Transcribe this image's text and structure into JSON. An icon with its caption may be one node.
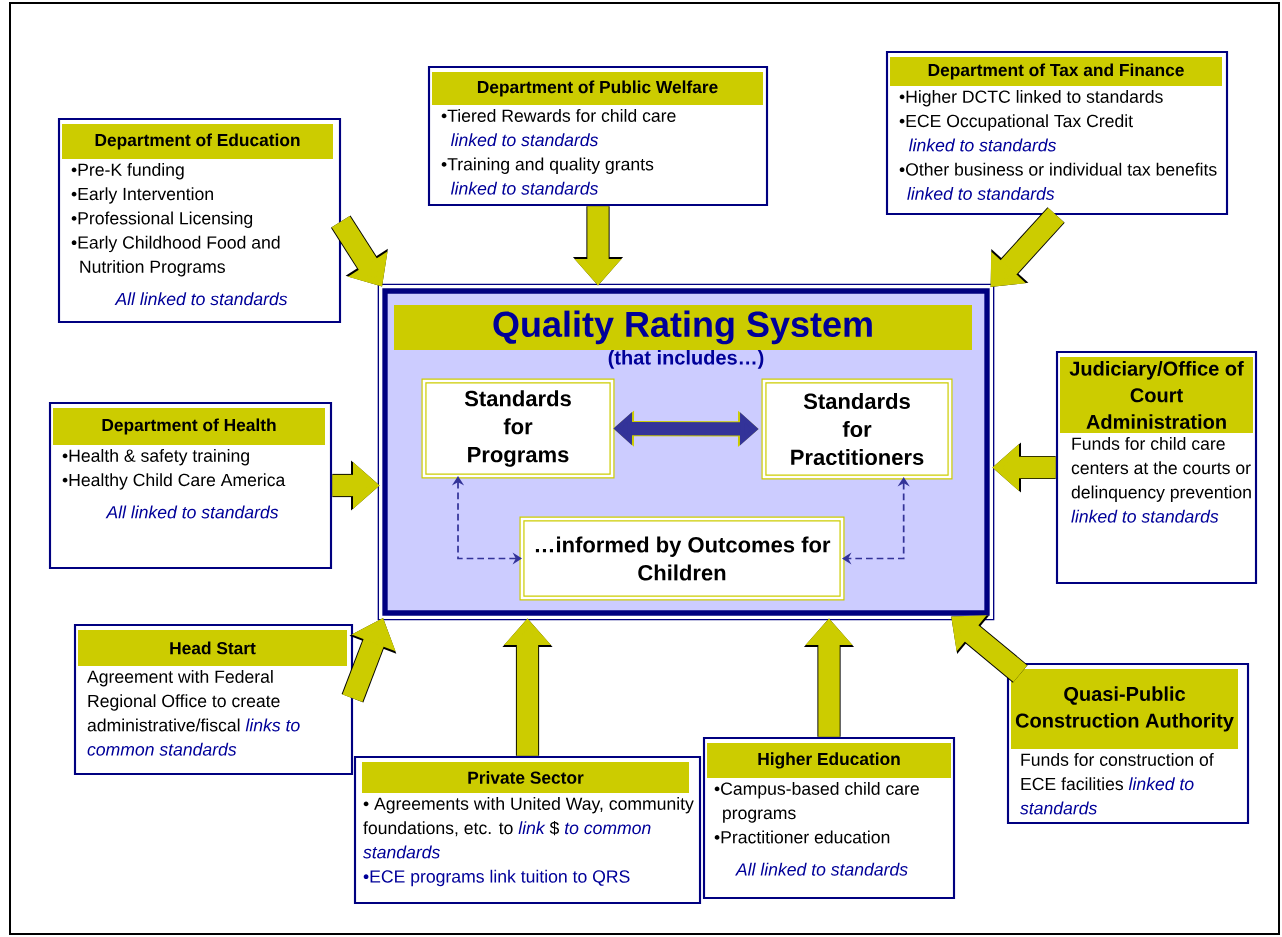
{
  "diagram": {
    "nodes": [
      {
        "text": [
          "Department of Education",
          "•Pre-K funding",
          "•Early Intervention",
          "•Professional Licensing",
          "•Early Childhood Food and Nutrition Programs",
          "All linked to standards"
        ]
      },
      {
        "text": [
          "Department of Public Welfare",
          "•Tiered Rewards for child care",
          "linked to standards",
          "•Training and quality grants",
          "linked to standards"
        ]
      },
      {
        "text": [
          "Department of Tax and Finance",
          "•Higher DCTC linked to standards",
          "•ECE Occupational Tax Credit",
          "linked to standards",
          "•Other business or individual tax benefits",
          "linked to standards"
        ]
      },
      {
        "text": [
          "Department of Health",
          "•Health & safety training",
          "•Healthy Child Care America",
          "All linked to standards"
        ]
      },
      {
        "text": [
          "Quality Rating System",
          "(that includes…)"
        ]
      },
      {
        "text": [
          "Standards for Programs"
        ],
        "in": 4
      },
      {
        "text": [
          "Standards for Practitioners"
        ],
        "in": 4
      },
      {
        "text": [
          "…informed by Outcomes for Children"
        ],
        "in": 4
      },
      {
        "text": [
          "Judiciary/Office of Court Administration",
          "Funds for child care centers at the courts or delinquency prevention",
          "linked to standards"
        ]
      },
      {
        "text": [
          "Head Start",
          "Agreement with Federal Regional Office to create administrative/fiscal",
          "links to common standards"
        ]
      },
      {
        "text": [
          "Private Sector",
          "• Agreements with United Way, community foundations, etc. to",
          "link",
          "$",
          "to common standards",
          "•ECE programs link tuition to QRS"
        ]
      },
      {
        "text": [
          "Higher Education",
          "•Campus-based child care programs",
          "•Practitioner education",
          "All linked to standards"
        ]
      },
      {
        "text": [
          "Quasi-Public Construction Authority",
          "Funds for construction of ECE facilities",
          "linked to standards"
        ]
      }
    ],
    "edges": [
      {
        "from": 0,
        "to": 4,
        "arrow": "to"
      },
      {
        "from": 1,
        "to": 4,
        "arrow": "to"
      },
      {
        "from": 2,
        "to": 4,
        "arrow": "to"
      },
      {
        "from": 3,
        "to": 4,
        "arrow": "to"
      },
      {
        "from": 8,
        "to": 4,
        "arrow": "to"
      },
      {
        "from": 9,
        "to": 4,
        "arrow": "to"
      },
      {
        "from": 10,
        "to": 4,
        "arrow": "to"
      },
      {
        "from": 11,
        "to": 4,
        "arrow": "to"
      },
      {
        "from": 12,
        "to": 4,
        "arrow": "to"
      },
      {
        "from": 5,
        "to": 6,
        "arrow": "both",
        "color": "#333399"
      },
      {
        "from": 5,
        "to": 7,
        "arrow": "both",
        "style": "dashed",
        "color": "#333399"
      },
      {
        "from": 6,
        "to": 7,
        "arrow": "both",
        "style": "dashed",
        "color": "#333399"
      }
    ]
  }
}
